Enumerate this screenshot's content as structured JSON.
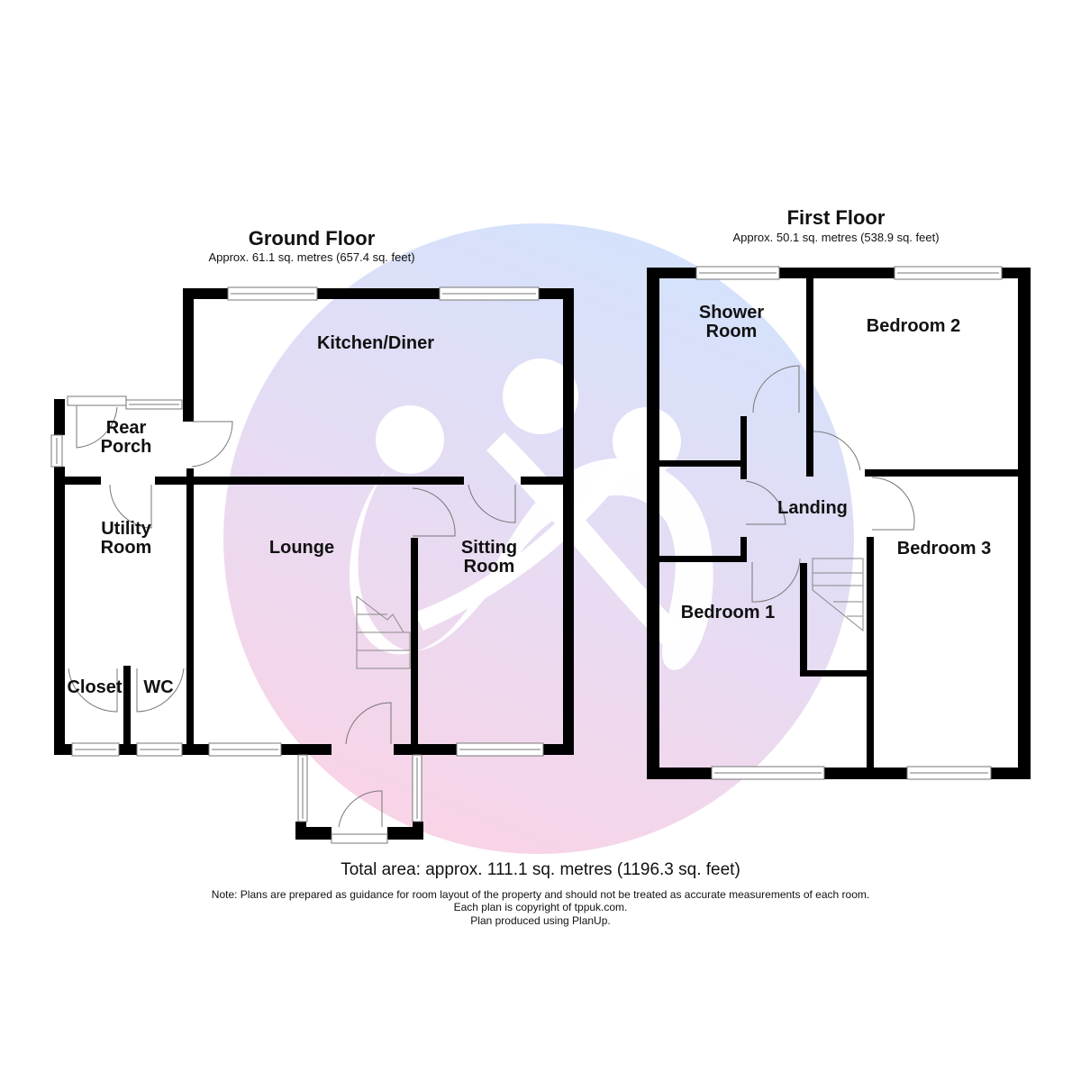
{
  "watermark": {
    "name": "tppuk-logo-watermark",
    "color_top": "#d6e4fb",
    "color_bottom": "#f9d4e6"
  },
  "wall_color": "#000000",
  "ground_floor": {
    "title": "Ground Floor",
    "area": "Approx. 61.1 sq. metres (657.4 sq. feet)",
    "rooms": {
      "kitchen_diner": "Kitchen/Diner",
      "rear_porch": "Rear\nPorch",
      "utility_room": "Utility\nRoom",
      "lounge": "Lounge",
      "sitting_room": "Sitting\nRoom",
      "closet": "Closet",
      "wc": "WC"
    }
  },
  "first_floor": {
    "title": "First Floor",
    "area": "Approx. 50.1 sq. metres (538.9 sq. feet)",
    "rooms": {
      "shower_room": "Shower\nRoom",
      "bedroom_2": "Bedroom 2",
      "landing": "Landing",
      "bedroom_3": "Bedroom 3",
      "bedroom_1": "Bedroom 1"
    }
  },
  "footer": {
    "total_area": "Total area: approx. 111.1 sq. metres (1196.3 sq. feet)",
    "note_line1": "Note: Plans are prepared as guidance for room layout of the property and should not be treated as accurate measurements of each room.",
    "note_line2": "Each plan is copyright of tppuk.com.",
    "note_line3": "Plan produced using PlanUp."
  }
}
